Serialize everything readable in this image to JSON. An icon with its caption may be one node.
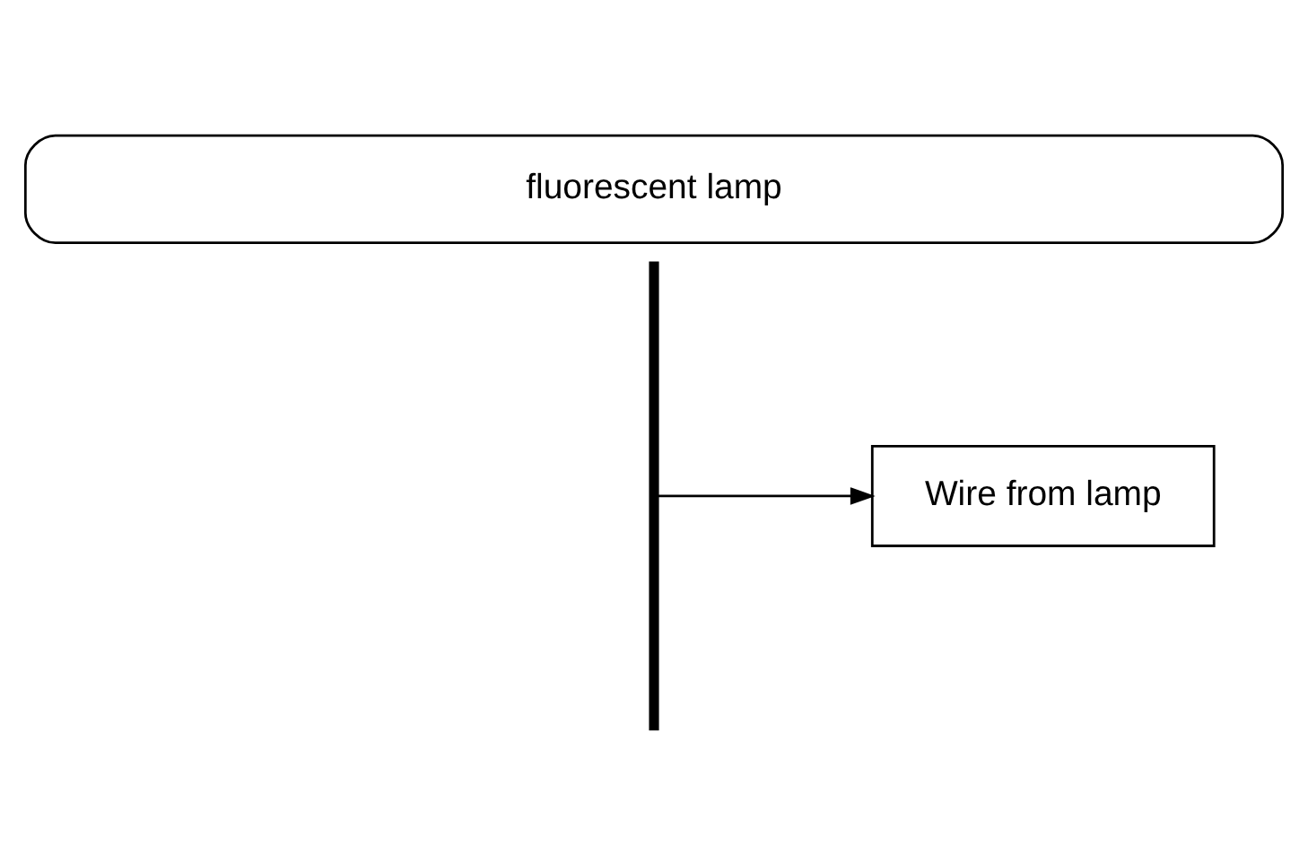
{
  "diagram": {
    "nodes": [
      {
        "text": [
          "fluorescent lamp"
        ]
      },
      {
        "text": [],
        "shape": "bar"
      },
      {
        "text": [
          "Wire from lamp"
        ]
      }
    ],
    "edges": [
      {
        "from": 1,
        "to": 2,
        "arrow": "to"
      }
    ]
  }
}
